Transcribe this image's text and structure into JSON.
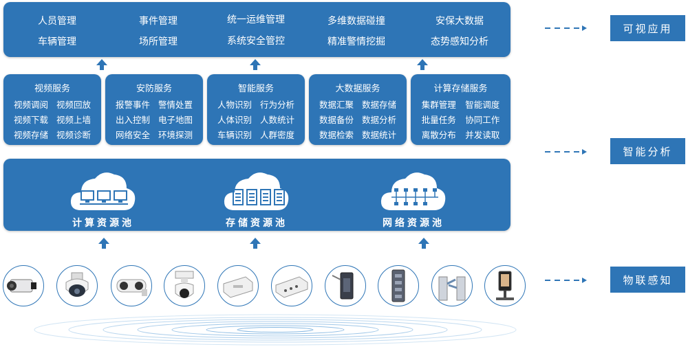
{
  "applications": {
    "items": [
      [
        "人员管理",
        "车辆管理"
      ],
      [
        "事件管理",
        "场所管理"
      ],
      [
        "统一运维管理",
        "系统安全管控"
      ],
      [
        "多维数据碰撞",
        "精准警情挖掘"
      ],
      [
        "安保大数据",
        "态势感知分析"
      ]
    ]
  },
  "services": [
    {
      "title": "视频服务",
      "items": [
        "视频调阅",
        "视频回放",
        "视频下载",
        "视频上墙",
        "视频存储",
        "视频诊断"
      ]
    },
    {
      "title": "安防服务",
      "items": [
        "报警事件",
        "警情处置",
        "出入控制",
        "电子地图",
        "网络安全",
        "环境探测"
      ]
    },
    {
      "title": "智能服务",
      "items": [
        "人物识别",
        "行为分析",
        "人体识别",
        "人数统计",
        "车辆识别",
        "人群密度"
      ]
    },
    {
      "title": "大数据服务",
      "items": [
        "数据汇聚",
        "数据存储",
        "数据备份",
        "数据分析",
        "数据检索",
        "数据统计"
      ]
    },
    {
      "title": "计算存储服务",
      "items": [
        "集群管理",
        "智能调度",
        "批量任务",
        "协同工作",
        "离散分布",
        "并发读取"
      ]
    }
  ],
  "pools": [
    {
      "label": "计算资源池",
      "icon": "computer-cluster-icon"
    },
    {
      "label": "存储资源池",
      "icon": "storage-server-icon"
    },
    {
      "label": "网络资源池",
      "icon": "network-topology-icon"
    }
  ],
  "layers": [
    "可视应用",
    "智能分析",
    "物联感知"
  ],
  "devices": [
    "box-camera-icon",
    "dome-camera-icon",
    "multi-lens-camera-icon",
    "ptz-camera-icon",
    "access-controller-icon",
    "alarm-controller-icon",
    "card-reader-icon",
    "door-access-panel-icon",
    "turnstile-gate-icon",
    "face-recognition-terminal-icon"
  ],
  "colors": {
    "primary": "#2e75b6",
    "text": "#ffffff",
    "arrow": "#2e75b6"
  }
}
